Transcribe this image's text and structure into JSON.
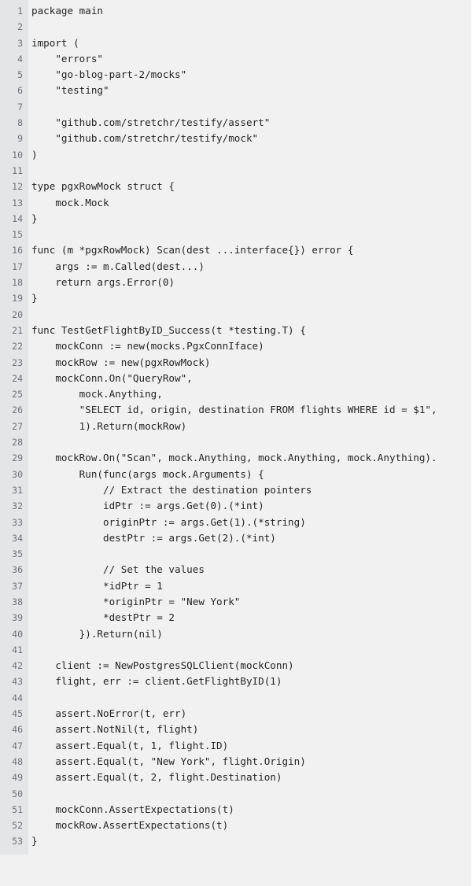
{
  "editor": {
    "language": "go",
    "background_color": "#f1f1f1",
    "gutter_color": "#e4e5e7",
    "text_color": "#242526",
    "line_number_color": "#6f7277",
    "first_line_number": 1,
    "last_line_number": 53,
    "total_lines": 53
  },
  "lines": [
    {
      "number": "1",
      "text": "package main"
    },
    {
      "number": "2",
      "text": ""
    },
    {
      "number": "3",
      "text": "import ("
    },
    {
      "number": "4",
      "text": "    \"errors\""
    },
    {
      "number": "5",
      "text": "    \"go-blog-part-2/mocks\""
    },
    {
      "number": "6",
      "text": "    \"testing\""
    },
    {
      "number": "7",
      "text": ""
    },
    {
      "number": "8",
      "text": "    \"github.com/stretchr/testify/assert\""
    },
    {
      "number": "9",
      "text": "    \"github.com/stretchr/testify/mock\""
    },
    {
      "number": "10",
      "text": ")"
    },
    {
      "number": "11",
      "text": ""
    },
    {
      "number": "12",
      "text": "type pgxRowMock struct {"
    },
    {
      "number": "13",
      "text": "    mock.Mock"
    },
    {
      "number": "14",
      "text": "}"
    },
    {
      "number": "15",
      "text": ""
    },
    {
      "number": "16",
      "text": "func (m *pgxRowMock) Scan(dest ...interface{}) error {"
    },
    {
      "number": "17",
      "text": "    args := m.Called(dest...)"
    },
    {
      "number": "18",
      "text": "    return args.Error(0)"
    },
    {
      "number": "19",
      "text": "}"
    },
    {
      "number": "20",
      "text": ""
    },
    {
      "number": "21",
      "text": "func TestGetFlightByID_Success(t *testing.T) {"
    },
    {
      "number": "22",
      "text": "    mockConn := new(mocks.PgxConnIface)"
    },
    {
      "number": "23",
      "text": "    mockRow := new(pgxRowMock)"
    },
    {
      "number": "24",
      "text": "    mockConn.On(\"QueryRow\","
    },
    {
      "number": "25",
      "text": "        mock.Anything,"
    },
    {
      "number": "26",
      "text": "        \"SELECT id, origin, destination FROM flights WHERE id = $1\","
    },
    {
      "number": "27",
      "text": "        1).Return(mockRow)"
    },
    {
      "number": "28",
      "text": ""
    },
    {
      "number": "29",
      "text": "    mockRow.On(\"Scan\", mock.Anything, mock.Anything, mock.Anything)."
    },
    {
      "number": "30",
      "text": "        Run(func(args mock.Arguments) {"
    },
    {
      "number": "31",
      "text": "            // Extract the destination pointers"
    },
    {
      "number": "32",
      "text": "            idPtr := args.Get(0).(*int)"
    },
    {
      "number": "33",
      "text": "            originPtr := args.Get(1).(*string)"
    },
    {
      "number": "34",
      "text": "            destPtr := args.Get(2).(*int)"
    },
    {
      "number": "35",
      "text": ""
    },
    {
      "number": "36",
      "text": "            // Set the values"
    },
    {
      "number": "37",
      "text": "            *idPtr = 1"
    },
    {
      "number": "38",
      "text": "            *originPtr = \"New York\""
    },
    {
      "number": "39",
      "text": "            *destPtr = 2"
    },
    {
      "number": "40",
      "text": "        }).Return(nil)"
    },
    {
      "number": "41",
      "text": ""
    },
    {
      "number": "42",
      "text": "    client := NewPostgresSQLClient(mockConn)"
    },
    {
      "number": "43",
      "text": "    flight, err := client.GetFlightByID(1)"
    },
    {
      "number": "44",
      "text": ""
    },
    {
      "number": "45",
      "text": "    assert.NoError(t, err)"
    },
    {
      "number": "46",
      "text": "    assert.NotNil(t, flight)"
    },
    {
      "number": "47",
      "text": "    assert.Equal(t, 1, flight.ID)"
    },
    {
      "number": "48",
      "text": "    assert.Equal(t, \"New York\", flight.Origin)"
    },
    {
      "number": "49",
      "text": "    assert.Equal(t, 2, flight.Destination)"
    },
    {
      "number": "50",
      "text": ""
    },
    {
      "number": "51",
      "text": "    mockConn.AssertExpectations(t)"
    },
    {
      "number": "52",
      "text": "    mockRow.AssertExpectations(t)"
    },
    {
      "number": "53",
      "text": "}"
    }
  ]
}
